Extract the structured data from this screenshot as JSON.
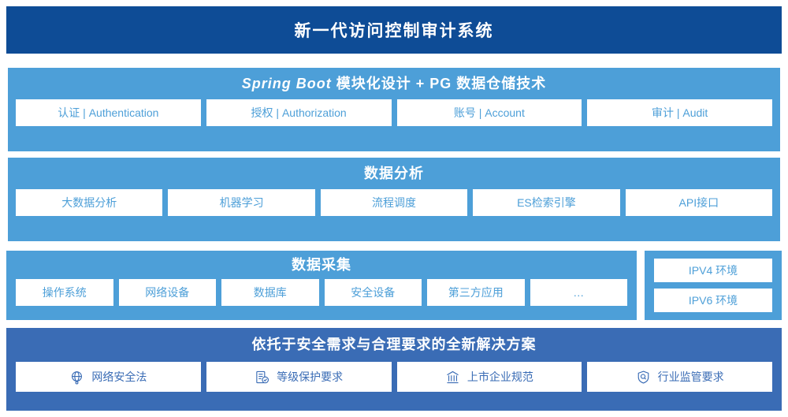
{
  "header": {
    "title": "新一代访问控制审计系统"
  },
  "springboot": {
    "title_italic": "Spring Boot",
    "title_rest": " 模块化设计 + PG 数据仓储技术",
    "items": [
      {
        "label": "认证 | Authentication"
      },
      {
        "label": "授权 | Authorization"
      },
      {
        "label": "账号 | Account"
      },
      {
        "label": "审计 | Audit"
      }
    ]
  },
  "analysis": {
    "title": "数据分析",
    "items": [
      {
        "label": "大数据分析"
      },
      {
        "label": "机器学习"
      },
      {
        "label": "流程调度"
      },
      {
        "label": "ES检索引擎"
      },
      {
        "label": "API接口"
      }
    ]
  },
  "collection": {
    "title": "数据采集",
    "items": [
      {
        "label": "操作系统"
      },
      {
        "label": "网络设备"
      },
      {
        "label": "数据库"
      },
      {
        "label": "安全设备"
      },
      {
        "label": "第三方应用"
      },
      {
        "label": "…"
      }
    ]
  },
  "ipv": {
    "items": [
      {
        "label": "IPV4 环境"
      },
      {
        "label": "IPV6 环境"
      }
    ]
  },
  "solution": {
    "title": "依托于安全需求与合理要求的全新解决方案",
    "items": [
      {
        "label": "网络安全法",
        "icon": "globe-network-icon"
      },
      {
        "label": "等级保护要求",
        "icon": "document-check-icon"
      },
      {
        "label": "上市企业规范",
        "icon": "bank-building-icon"
      },
      {
        "label": "行业监管要求",
        "icon": "shield-search-icon"
      }
    ]
  },
  "colors": {
    "header_navy": "#0e4c96",
    "sky_blue": "#4d9fd8",
    "solution_blue": "#3a6cb5",
    "white": "#ffffff"
  }
}
